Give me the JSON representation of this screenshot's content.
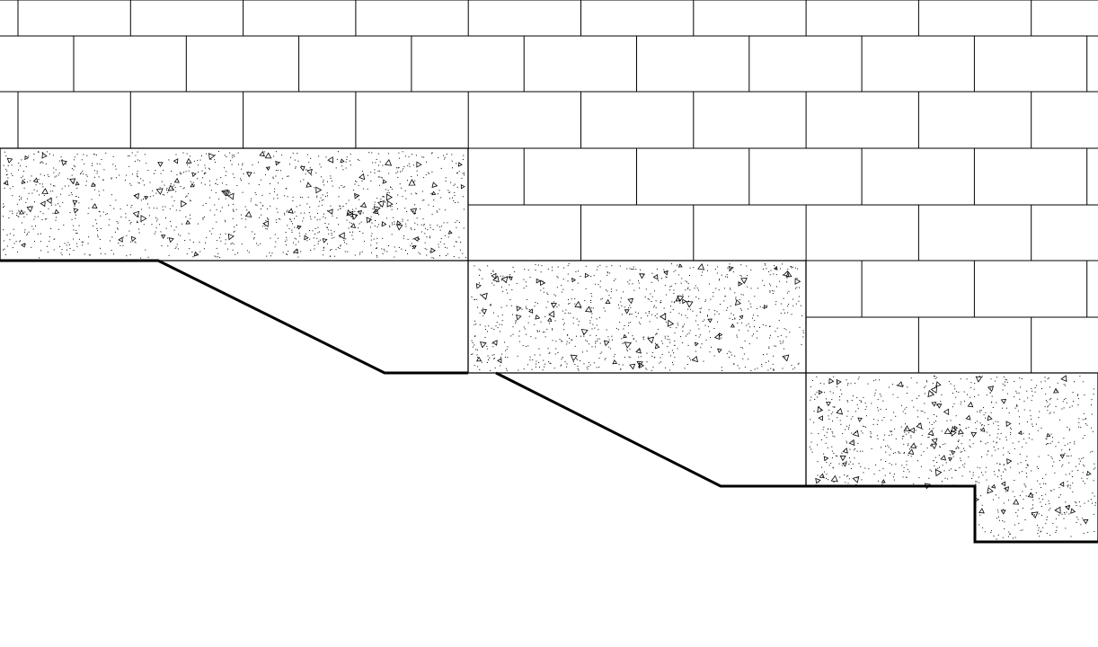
{
  "drawing": {
    "type": "stepped footing section",
    "components": [
      "masonry-wall",
      "concrete-footing",
      "stepped-excavation-line"
    ],
    "footing_steps": 3
  },
  "colors": {
    "line": "#000000",
    "background": "#ffffff"
  }
}
